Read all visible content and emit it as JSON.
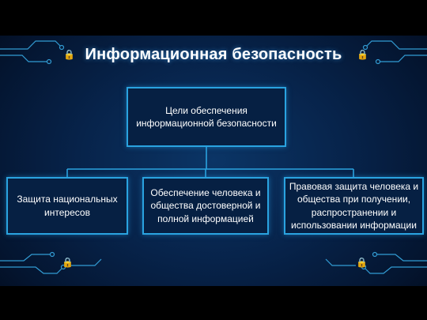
{
  "title": "Информационная безопасность",
  "root": {
    "label": "Цели обеспечения информационной безопасности"
  },
  "children": [
    {
      "label": "Защита национальных интересов"
    },
    {
      "label": "Обеспечение человека и общества достоверной и полной информацией"
    },
    {
      "label": "Правовая защита человека и общества при получении, распространении и использовании информации"
    }
  ],
  "icons": {
    "lock": "lock-icon",
    "circuit": "circuit-trace-decoration"
  },
  "colors": {
    "background": "#07234a",
    "accent": "#2aa3e0",
    "text": "#ffffff"
  }
}
